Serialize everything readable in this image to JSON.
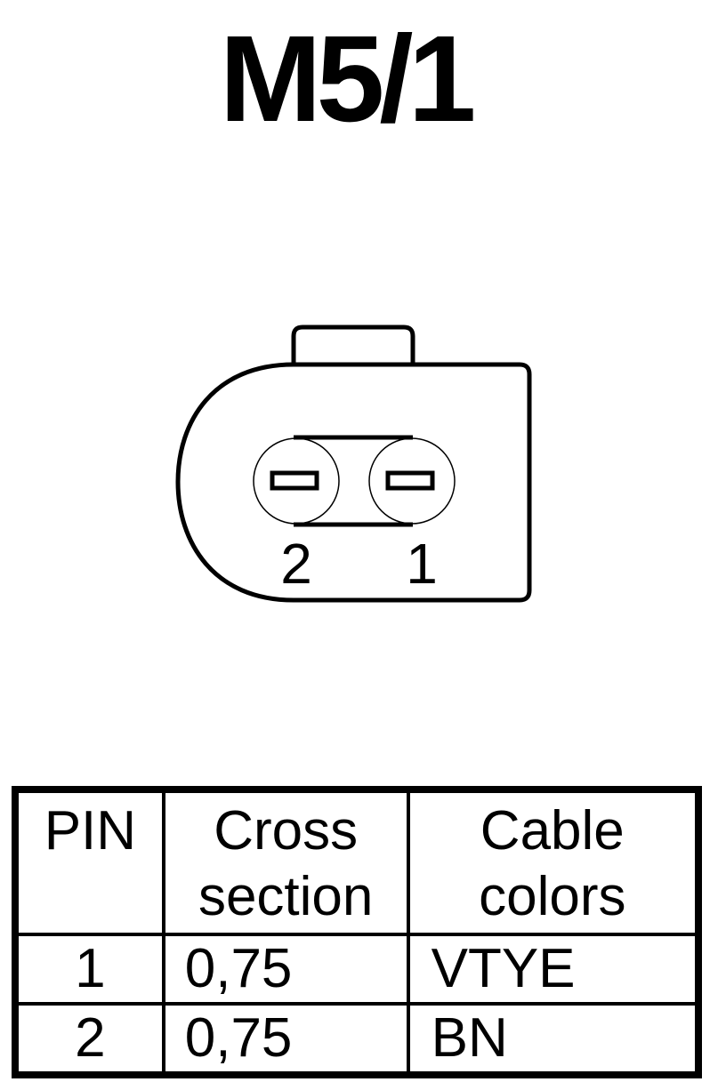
{
  "title": "M5/1",
  "connector": {
    "pin_labels": [
      {
        "pin": "2"
      },
      {
        "pin": "1"
      }
    ]
  },
  "table": {
    "headers": {
      "pin": "PIN",
      "cross_line1": "Cross",
      "cross_line2": "section",
      "color_line1": "Cable",
      "color_line2": "colors"
    },
    "rows": [
      {
        "pin": "1",
        "cross_section": "0,75",
        "cable_color": "VTYE"
      },
      {
        "pin": "2",
        "cross_section": "0,75",
        "cable_color": "BN"
      }
    ]
  },
  "colors": {
    "ink": "#000000",
    "background": "#ffffff"
  }
}
